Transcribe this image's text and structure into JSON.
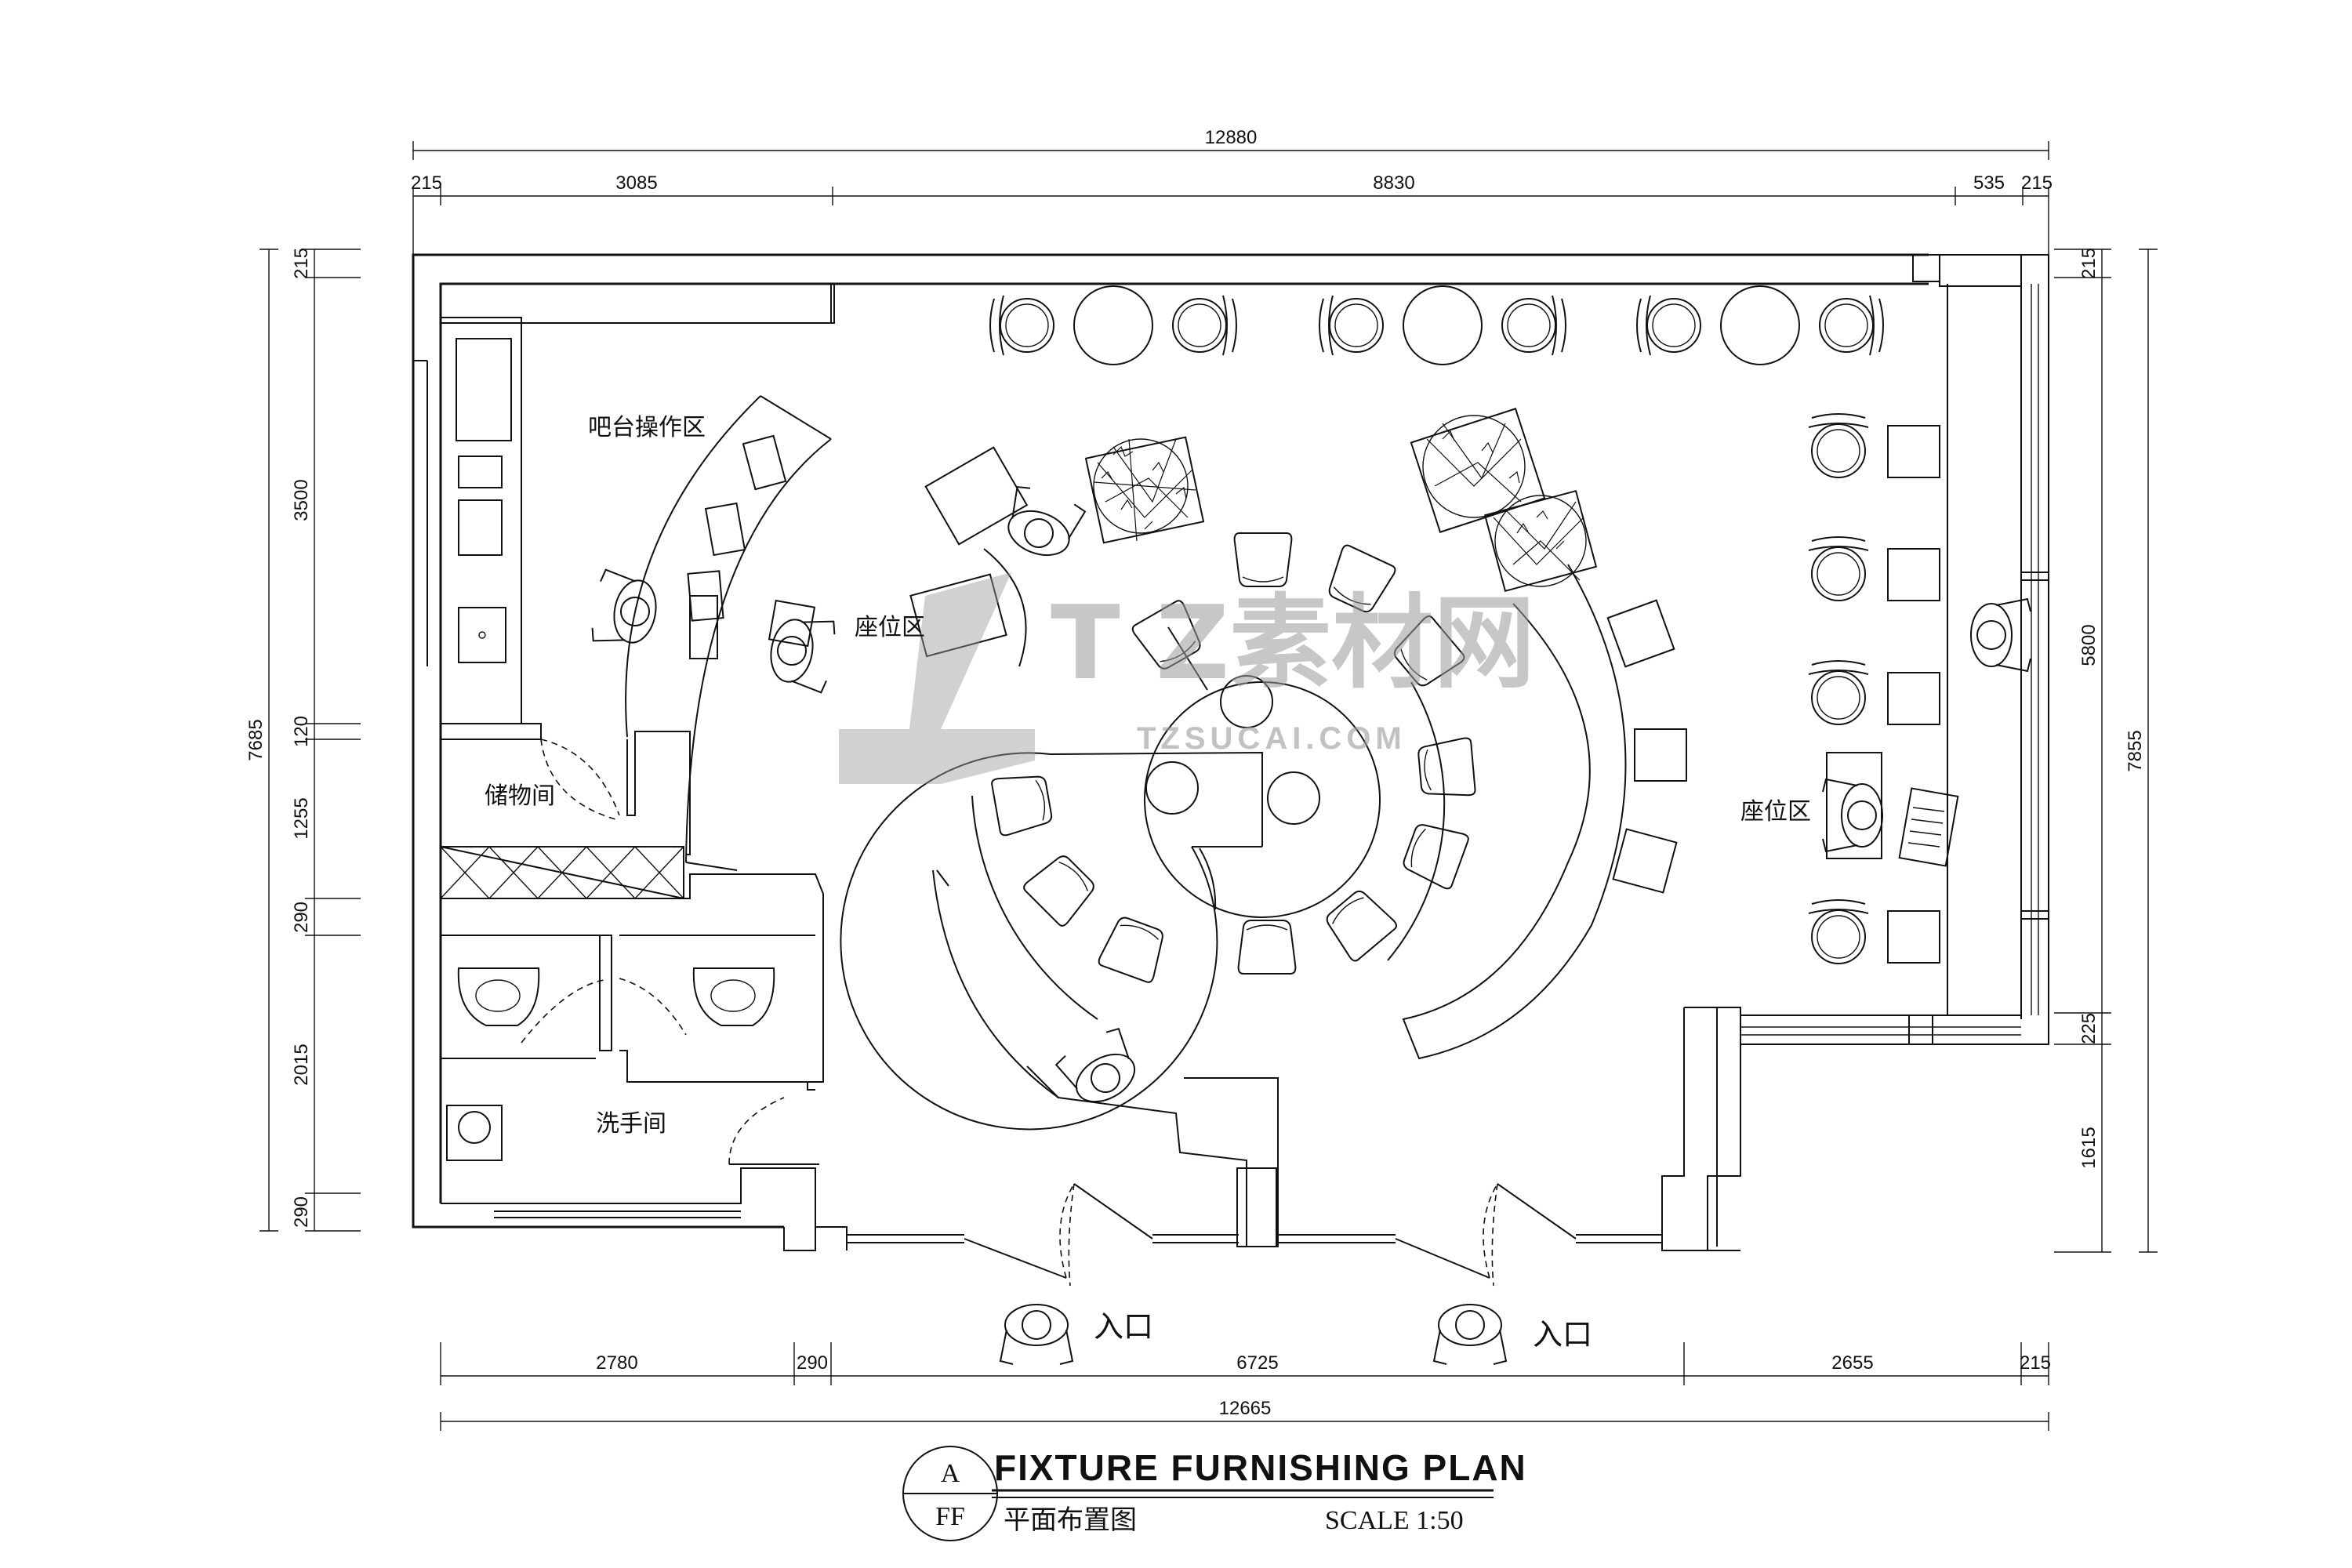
{
  "dimensions": {
    "top_total": "12880",
    "top_segments": [
      "215",
      "3085",
      "8830",
      "535",
      "215"
    ],
    "bottom_total": "12665",
    "bottom_segments": [
      "2780",
      "290",
      "6725",
      "2655",
      "215"
    ],
    "left_total": "7685",
    "left_segments": [
      "215",
      "3500",
      "120",
      "1255",
      "290",
      "2015",
      "290"
    ],
    "right_total": "7855",
    "right_segments": [
      "215",
      "5800",
      "225",
      "1615"
    ]
  },
  "rooms": {
    "bar_area": "吧台操作区",
    "seating_center": "座位区",
    "seating_right": "座位区",
    "storage": "储物间",
    "washroom": "洗手间"
  },
  "entrances": [
    "入口",
    "入口"
  ],
  "title_block": {
    "callout_top": "A",
    "callout_bottom": "FF",
    "title": "FIXTURE FURNISHING PLAN",
    "subtitle": "平面布置图",
    "scale": "SCALE 1:50"
  },
  "watermark": {
    "main": "T Z素材网",
    "sub": "TZSUCAI.COM"
  }
}
